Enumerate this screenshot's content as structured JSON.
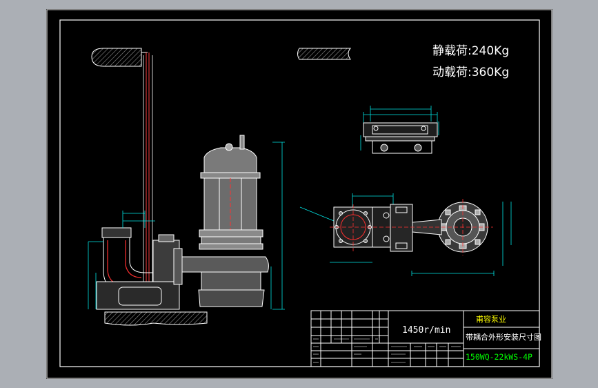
{
  "load_static": "静载荷:240Kg",
  "load_dynamic": "动载荷:360Kg",
  "speed": "1450r/min",
  "company": "甫容泵业",
  "drawing_title": "带耦合外形安装尺寸图",
  "model": "150WQ-22kWS-4P",
  "colors": {
    "background": "#000000",
    "frame": "#ffffff",
    "dimension": "#00ffff",
    "pump": "#ffffff",
    "pipe": "#ff0000",
    "model_text": "#00ff00",
    "company_text": "#ffff00",
    "hatch": "#808080"
  }
}
